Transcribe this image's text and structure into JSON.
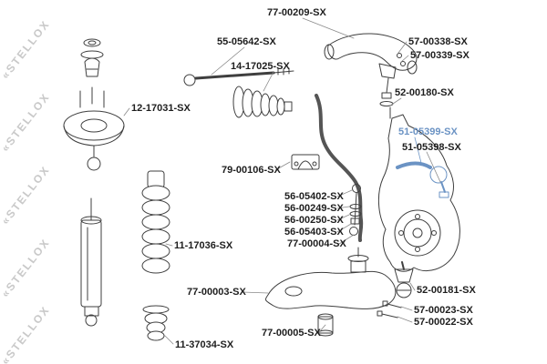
{
  "watermark": {
    "text": "«STELLOX"
  },
  "selected_part": "51-05399-SX",
  "colors": {
    "background": "#ffffff",
    "label": "#1e1e1e",
    "highlight": "#6b93c4",
    "line": "#3f3f3f",
    "leader": "#8a8a8a",
    "watermark": "#c9c9c9"
  },
  "parts": [
    {
      "number": "77-00209-SX"
    },
    {
      "number": "55-05642-SX"
    },
    {
      "number": "14-17025-SX"
    },
    {
      "number": "57-00338-SX"
    },
    {
      "number": "57-00339-SX"
    },
    {
      "number": "52-00180-SX"
    },
    {
      "number": "12-17031-SX"
    },
    {
      "number": "51-05399-SX"
    },
    {
      "number": "51-05398-SX"
    },
    {
      "number": "79-00106-SX"
    },
    {
      "number": "56-05402-SX"
    },
    {
      "number": "56-00249-SX"
    },
    {
      "number": "56-00250-SX"
    },
    {
      "number": "56-05403-SX"
    },
    {
      "number": "77-00004-SX"
    },
    {
      "number": "11-17036-SX"
    },
    {
      "number": "77-00003-SX"
    },
    {
      "number": "52-00181-SX"
    },
    {
      "number": "57-00023-SX"
    },
    {
      "number": "57-00022-SX"
    },
    {
      "number": "77-00005-SX"
    },
    {
      "number": "11-37034-SX"
    }
  ]
}
